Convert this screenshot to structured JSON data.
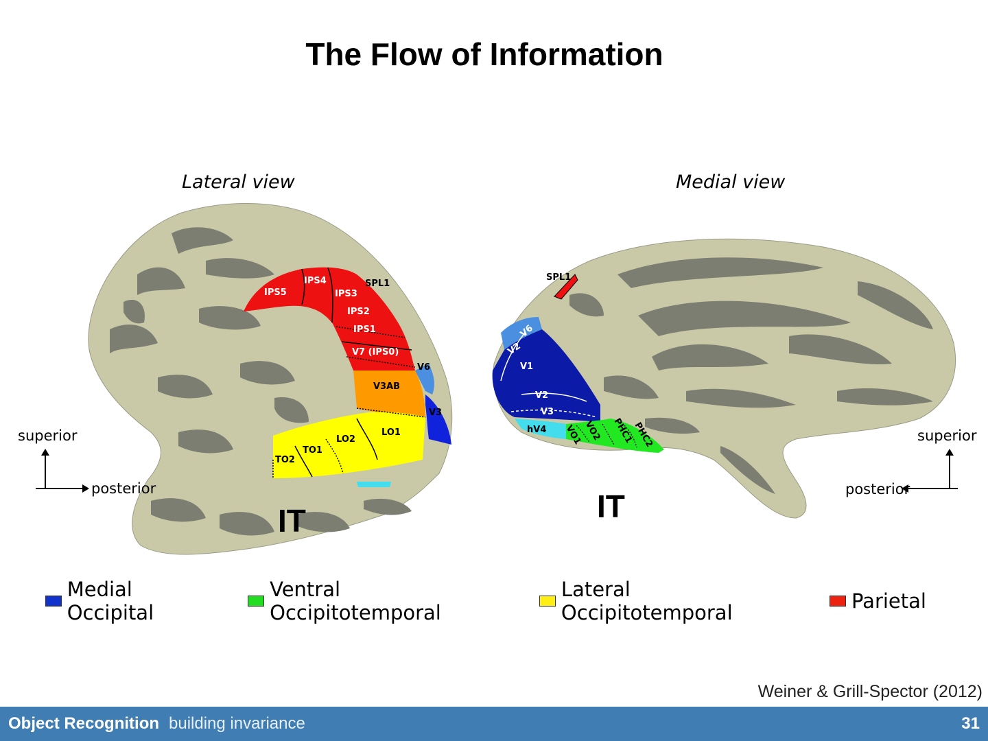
{
  "title": "The Flow of Information",
  "views": {
    "lateral": {
      "label": "Lateral view",
      "regions": [
        "IPS5",
        "IPS4",
        "IPS3",
        "SPL1",
        "IPS2",
        "IPS1",
        "V7 (IPS0)",
        "V6",
        "V3AB",
        "V3",
        "LO1",
        "LO2",
        "TO1",
        "TO2"
      ],
      "it_label": "IT",
      "axis": {
        "superior": "superior",
        "posterior": "posterior"
      }
    },
    "medial": {
      "label": "Medial view",
      "regions": [
        "SPL1",
        "V6",
        "V2",
        "V1",
        "V2",
        "V3",
        "hV4",
        "VO1",
        "VO2",
        "PHC1",
        "PHC2"
      ],
      "it_label": "IT",
      "axis": {
        "superior": "superior",
        "posterior": "posterior"
      }
    }
  },
  "legend": [
    {
      "label": "Medial Occipital",
      "color": "#1133cc"
    },
    {
      "label": "Ventral Occipitotemporal",
      "color": "#22dd22"
    },
    {
      "label": "Lateral Occipitotemporal",
      "color": "#ffee11"
    },
    {
      "label": "Parietal",
      "color": "#ee2211"
    }
  ],
  "colors": {
    "brain_light": "#c9c9a8",
    "brain_dark": "#7d7e72",
    "parietal": "#ee1111",
    "v3ab": "#ff9900",
    "medial_occipital": "#0c1aa8",
    "v3_blue": "#1122dd",
    "v6_light": "#4a8fe0",
    "lateral_occ": "#ffff00",
    "ventral": "#22e822",
    "hv4": "#44ddee",
    "footer": "#3f7db3"
  },
  "citation": "Weiner & Grill-Spector (2012)",
  "footer": {
    "title": "Object Recognition",
    "subtitle": "building invariance",
    "page": "31"
  }
}
